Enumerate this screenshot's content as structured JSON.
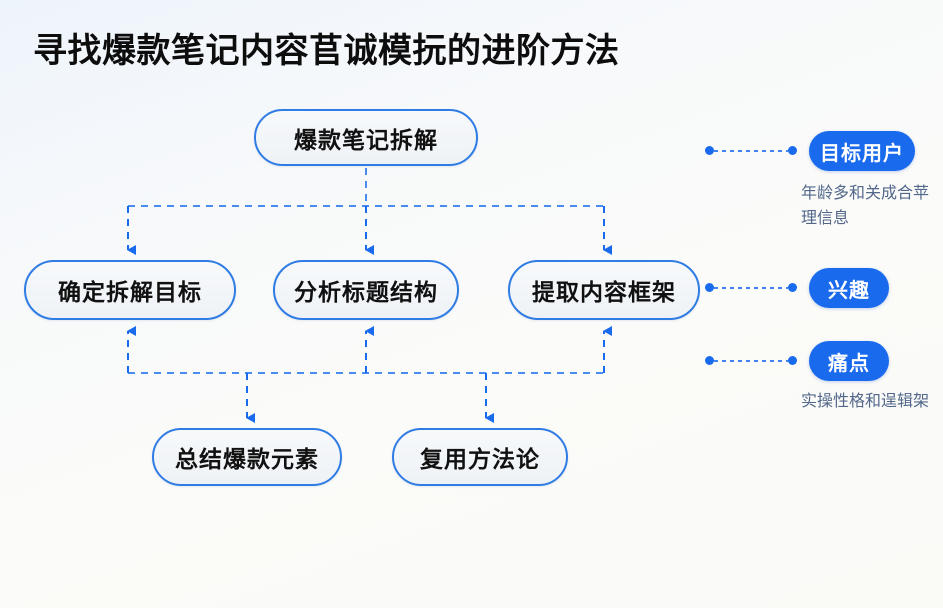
{
  "page": {
    "title": "寻找爆款笔记内容苢诚模抏的进阶方法",
    "background_color": "#f7f9fb",
    "accent_color": "#1a6aed",
    "node_border_color": "#2f7ce4",
    "node_fill_color": "#f2f5f8",
    "note_text_color": "#52678a"
  },
  "flow": {
    "nodes": [
      {
        "id": "top",
        "label": "爆款笔记拆解"
      },
      {
        "id": "mid_left",
        "label": "确定拆解目标"
      },
      {
        "id": "mid_center",
        "label": "分析标题结构"
      },
      {
        "id": "mid_right",
        "label": "提取内容框架"
      },
      {
        "id": "bot_left",
        "label": "总结爆款元素"
      },
      {
        "id": "bot_right",
        "label": "复用方法论"
      }
    ],
    "edges": [
      {
        "from": "top",
        "to": "mid_left",
        "style": "dashed",
        "arrow": "down"
      },
      {
        "from": "top",
        "to": "mid_center",
        "style": "dashed",
        "arrow": "down"
      },
      {
        "from": "top",
        "to": "mid_right",
        "style": "dashed",
        "arrow": "down"
      },
      {
        "from": "bus",
        "to": "mid_left",
        "style": "dashed",
        "arrow": "up"
      },
      {
        "from": "bus",
        "to": "mid_center",
        "style": "dashed",
        "arrow": "up"
      },
      {
        "from": "bus",
        "to": "mid_right",
        "style": "dashed",
        "arrow": "up"
      },
      {
        "from": "bus",
        "to": "bot_left",
        "style": "dashed",
        "arrow": "down"
      },
      {
        "from": "bus",
        "to": "bot_right",
        "style": "dashed",
        "arrow": "down"
      }
    ]
  },
  "legend": {
    "rows": [
      {
        "pill": "目标用户",
        "note": "年龄多和关成合苹理信息"
      },
      {
        "pill": "兴趣",
        "note": ""
      },
      {
        "pill": "痛点",
        "note": "实操性格和逞辑架"
      }
    ]
  }
}
